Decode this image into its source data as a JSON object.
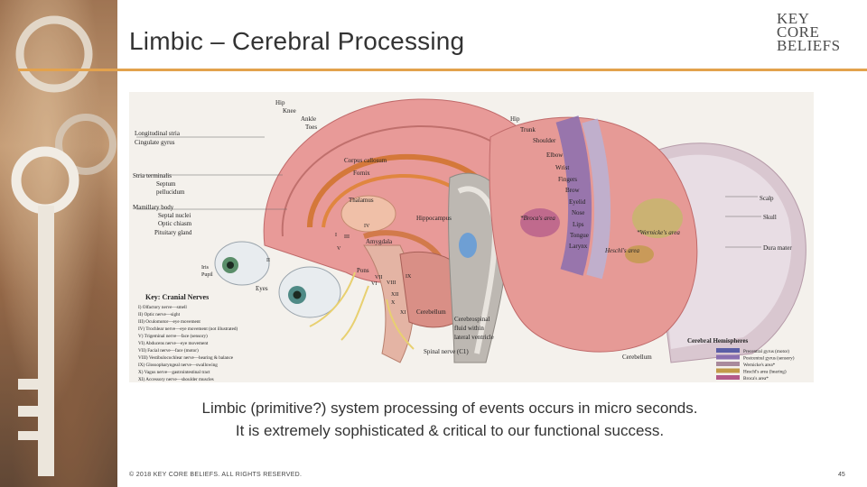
{
  "slide": {
    "title": "Limbic – Cerebral Processing",
    "logo": [
      "KEY",
      "CORE",
      "BELIEFS"
    ],
    "caption_lines": [
      "Limbic (primitive?) system processing of events occurs in micro seconds.",
      "It is extremely sophisticated & critical to our functional success."
    ],
    "footer": "© 2018 KEY CORE BELIEFS. ALL RIGHTS RESERVED.",
    "page_number": "45"
  },
  "figure": {
    "left_labels": [
      "Hip",
      "Knee",
      "Ankle",
      "Toes",
      "Longitudinal stria",
      "Cingulate gyrus",
      "Stria terminalis",
      "Septum",
      "pellucidum",
      "Mamillary body",
      "Septal nuclei",
      "Optic chiasm",
      "Pituitary gland"
    ],
    "inner_labels": [
      "Corpus callosum",
      "Fornix",
      "Thalamus",
      "Hippocampus",
      "Amygdala",
      "Pons",
      "Cerebellum",
      "Cerebrospinal",
      "fluid within",
      "lateral ventricle",
      "Spinal nerve (C1)",
      "Iris",
      "Pupil",
      "Eyes"
    ],
    "nerve_numerals": [
      "I",
      "II",
      "III",
      "IV",
      "V",
      "VI",
      "VII",
      "VIII",
      "IX",
      "X",
      "XI",
      "XII"
    ],
    "homunculus_labels": [
      "Hip",
      "Trunk",
      "Shoulder",
      "Elbow",
      "Wrist",
      "Fingers",
      "Brow",
      "Eyelid",
      "Nose",
      "Lips",
      "Tongue",
      "Larynx",
      "*Broca's area",
      "*Wernicke's area",
      "Heschl's area"
    ],
    "right_labels": [
      "Scalp",
      "Skull",
      "Dura mater",
      "Cerebellum"
    ],
    "cranial_key_title": "Key: Cranial Nerves",
    "cranial_key": [
      "I) Olfactory nerve—smell",
      "II) Optic nerve—sight",
      "III) Oculomotor—eye movement",
      "IV) Trochlear nerve—eye movement (not illustrated)",
      "V) Trigeminal nerve—face (sensory)",
      "VI) Abducens nerve—eye movement",
      "VII) Facial nerve—face (motor)",
      "VIII) Vestibulocochlear nerve—hearing & balance",
      "IX) Glossopharyngeal nerve—swallowing",
      "X) Vagus nerve—gastrointestinal tract",
      "XI) Accessory nerve—shoulder muscles"
    ],
    "hemispheres_title": "Cerebral Hemispheres",
    "hemispheres_key": [
      {
        "label": "Precentral gyrus (motor)",
        "color": "#5b5ea6"
      },
      {
        "label": "Postcentral gyrus (sensory)",
        "color": "#8a6fb0"
      },
      {
        "label": "Wernicke's area*",
        "color": "#a98a9c"
      },
      {
        "label": "Heschl's area (hearing)",
        "color": "#c29a4a"
      },
      {
        "label": "Broca's area*",
        "color": "#b35a8a"
      }
    ]
  }
}
